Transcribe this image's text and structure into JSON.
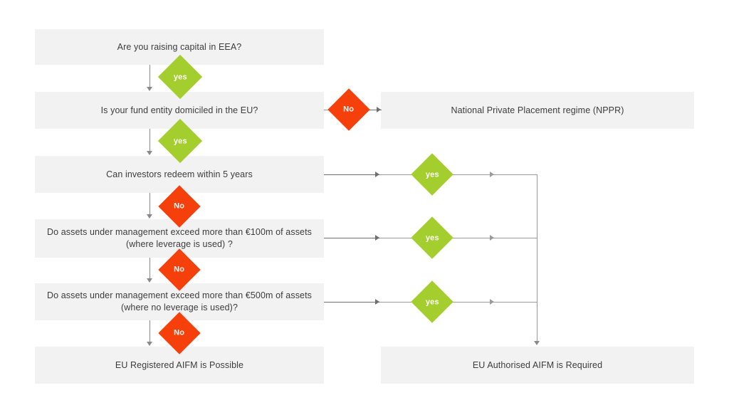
{
  "diagram": {
    "title": "AIFMD marketing / authorisation decision flowchart",
    "colors": {
      "node_fill": "#f2f2f2",
      "yes_diamond": "#a4ce2e",
      "no_diamond": "#f5400c",
      "connector": "#9a9a9a",
      "text": "#3c3c3c"
    },
    "nodes": [
      {
        "id": "q1",
        "label": "Are you raising capital in EEA?"
      },
      {
        "id": "q2",
        "label": "Is your fund entity domiciled in the EU?"
      },
      {
        "id": "q3",
        "label": "Can investors redeem within 5 years"
      },
      {
        "id": "q4",
        "label": "Do assets under management exceed more than €100m of assets (where leverage is used) ?"
      },
      {
        "id": "q5",
        "label": "Do assets under management exceed more than €500m of assets (where no leverage is used)?"
      },
      {
        "id": "r_nppr",
        "label": "National  Private Placement regime (NPPR)"
      },
      {
        "id": "r_registered",
        "label": "EU Registered AIFM  is Possible"
      },
      {
        "id": "r_authorised",
        "label": "EU Authorised  AIFM  is Required"
      }
    ],
    "decisions": [
      {
        "id": "yes1",
        "label": "yes",
        "type": "yes",
        "from": "q1",
        "to": "q2"
      },
      {
        "id": "yes2",
        "label": "yes",
        "type": "yes",
        "from": "q2",
        "to": "q3"
      },
      {
        "id": "no1",
        "label": "No",
        "type": "no",
        "from": "q2",
        "to": "r_nppr"
      },
      {
        "id": "no2",
        "label": "No",
        "type": "no",
        "from": "q3",
        "to": "q4"
      },
      {
        "id": "no3",
        "label": "No",
        "type": "no",
        "from": "q4",
        "to": "q5"
      },
      {
        "id": "no4",
        "label": "No",
        "type": "no",
        "from": "q5",
        "to": "r_registered"
      },
      {
        "id": "yes3",
        "label": "yes",
        "type": "yes",
        "from": "q3",
        "to": "r_authorised"
      },
      {
        "id": "yes4",
        "label": "yes",
        "type": "yes",
        "from": "q4",
        "to": "r_authorised"
      },
      {
        "id": "yes5",
        "label": "yes",
        "type": "yes",
        "from": "q5",
        "to": "r_authorised"
      }
    ]
  }
}
